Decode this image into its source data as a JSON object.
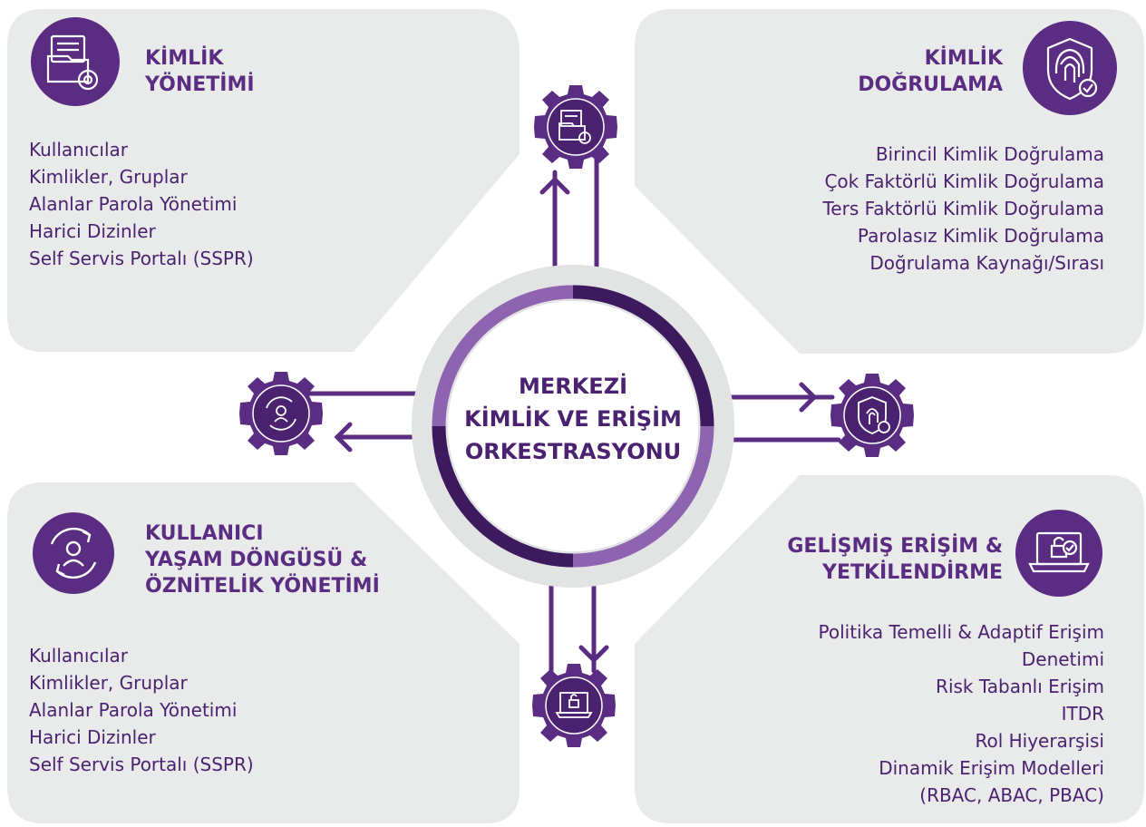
{
  "center": {
    "line1": "MERKEZİ",
    "line2": "KİMLİK VE ERİŞİM",
    "line3": "ORKESTRASYONU"
  },
  "panels": {
    "identity_management": {
      "title_line1": "KİMLİK",
      "title_line2": "YÖNETİMİ",
      "icon": "folder-gear-icon",
      "items": [
        "Kullanıcılar",
        "Kimlikler, Gruplar",
        "Alanlar Parola Yönetimi",
        "Harici Dizinler",
        "Self Servis Portalı (SSPR)"
      ]
    },
    "authentication": {
      "title_line1": "KİMLİK",
      "title_line2": "DOĞRULAMA",
      "icon": "fingerprint-shield-icon",
      "items": [
        "Birincil Kimlik Doğrulama",
        "Çok Faktörlü Kimlik Doğrulama",
        "Ters Faktörlü Kimlik Doğrulama",
        "Parolasız Kimlik Doğrulama",
        "Doğrulama Kaynağı/Sırası"
      ]
    },
    "lifecycle": {
      "title_line1": "KULLANICI",
      "title_line2": "YAŞAM DÖNGÜSÜ &",
      "title_line3": "ÖZNİTELİK YÖNETİMİ",
      "icon": "user-cycle-icon",
      "items": [
        "Kullanıcılar",
        "Kimlikler, Gruplar",
        "Alanlar Parola Yönetimi",
        "Harici Dizinler",
        "Self Servis Portalı (SSPR)"
      ]
    },
    "access": {
      "title_line1": "GELİŞMİŞ ERİŞİM &",
      "title_line2": "YETKİLENDİRME",
      "icon": "laptop-lock-icon",
      "items": [
        "Politika Temelli & Adaptif Erişim",
        "Denetimi",
        "Risk Tabanlı Erişim",
        "ITDR",
        "Rol Hiyerarşisi",
        "Dinamik Erişim Modelleri",
        "(RBAC, ABAC, PBAC)"
      ]
    }
  },
  "colors": {
    "panel_bg": "#e9eaea",
    "ring_bg": "#e2e3e3",
    "dark_purple": "#3d1a5e",
    "mid_purple": "#5a2d82",
    "light_purple": "#8e63b0",
    "text_purple": "#4a2270"
  }
}
